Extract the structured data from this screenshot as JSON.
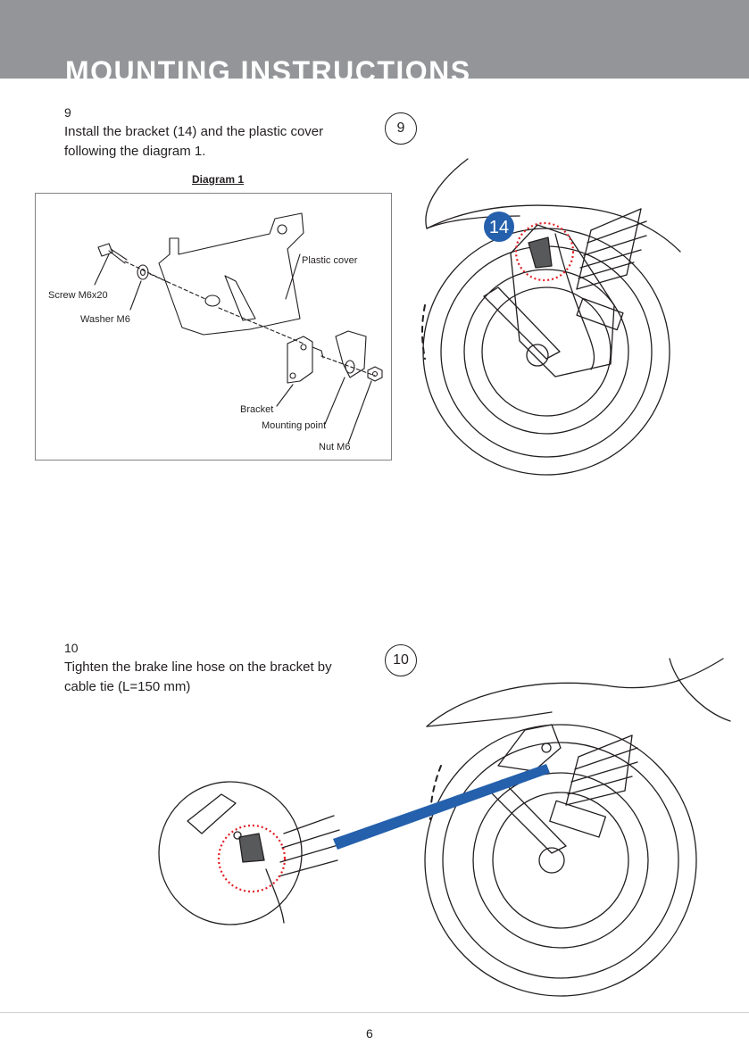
{
  "header": {
    "title": "MOUNTING INSTRUCTIONS"
  },
  "step9": {
    "number": "9",
    "line1": "Install the bracket (14) and the plastic cover",
    "line2": "following the diagram 1.",
    "badge": "9",
    "part_badge": "14"
  },
  "diagram1": {
    "caption": "Diagram 1",
    "labels": {
      "plastic_cover": "Plastic cover",
      "screw": "Screw M6x20",
      "washer": "Washer M6",
      "bracket": "Bracket",
      "mounting_point": "Mounting point",
      "nut": "Nut M6"
    }
  },
  "step10": {
    "number": "10",
    "line1": "Tighten the brake line hose on the bracket by",
    "line2": "cable tie (L=150 mm)",
    "badge": "10"
  },
  "footer": {
    "page_number": "6"
  },
  "colors": {
    "header_bg": "#939598",
    "accent_blue": "#2460ac",
    "highlight_red": "#e31e24"
  }
}
